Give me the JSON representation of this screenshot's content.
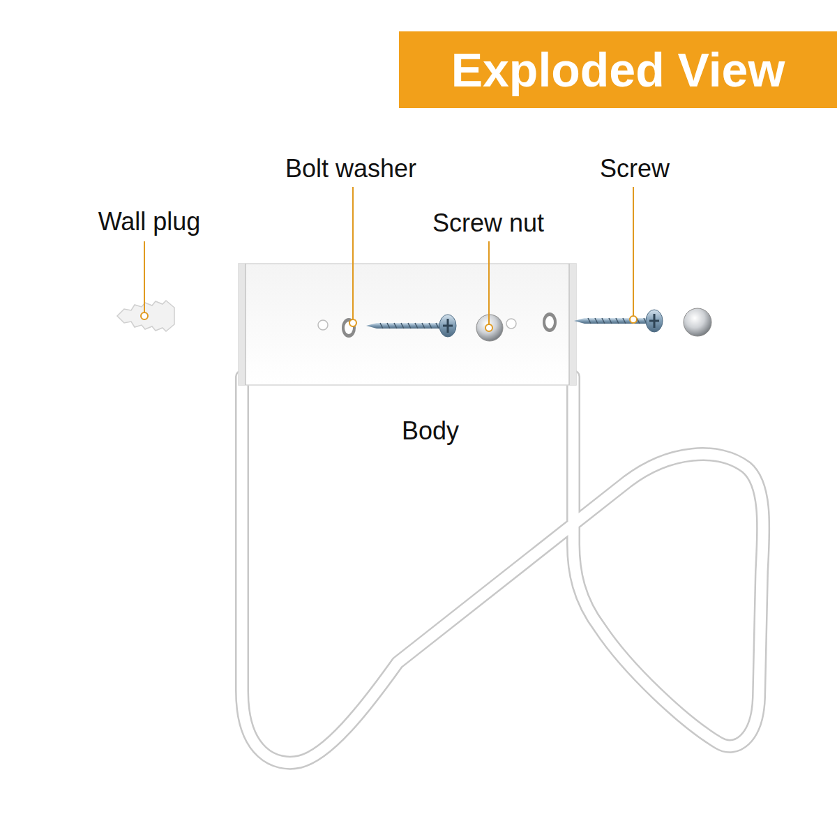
{
  "diagram": {
    "title": "Exploded View",
    "labels": [
      "Wall plug",
      "Bolt washer",
      "Screw nut",
      "Screw",
      "Body"
    ]
  }
}
